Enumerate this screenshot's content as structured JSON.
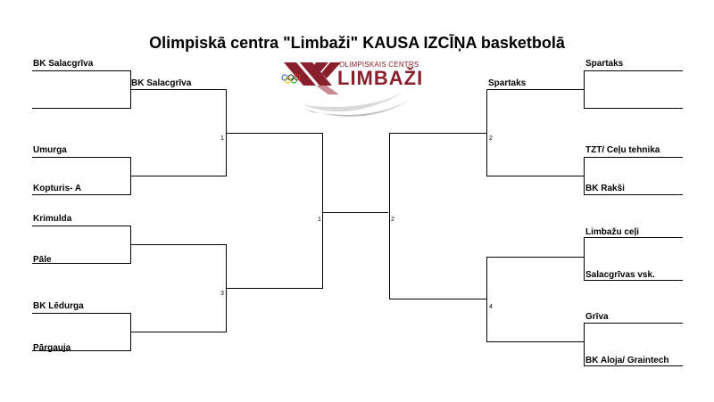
{
  "title": "Olimpiskā centra \"Limbaži\" KAUSA IZCĪŅA basketbolā",
  "logo": {
    "line1": "OLIMPISKAIS CENTRS",
    "line2": "LIMBAŽI",
    "color": "#8a1f2d"
  },
  "left": {
    "round1": [
      "BK Salacgrīva",
      "Umurga",
      "Kopturis- A",
      "Krimulda",
      "Pāle",
      "BK Lēdurga",
      "Pārgauja"
    ],
    "round2": [
      "BK Salacgrīva"
    ]
  },
  "right": {
    "round1": [
      "Spartaks",
      "TZT/ Ceļu tehnika",
      "BK Rakši",
      "Limbažu ceļi",
      "Salacgrīvas vsk.",
      "Grīva",
      "BK Aloja/ Graintech"
    ],
    "round2": [
      "Spartaks"
    ]
  },
  "match_numbers": [
    "1",
    "3",
    "1",
    "2",
    "2",
    "4"
  ]
}
